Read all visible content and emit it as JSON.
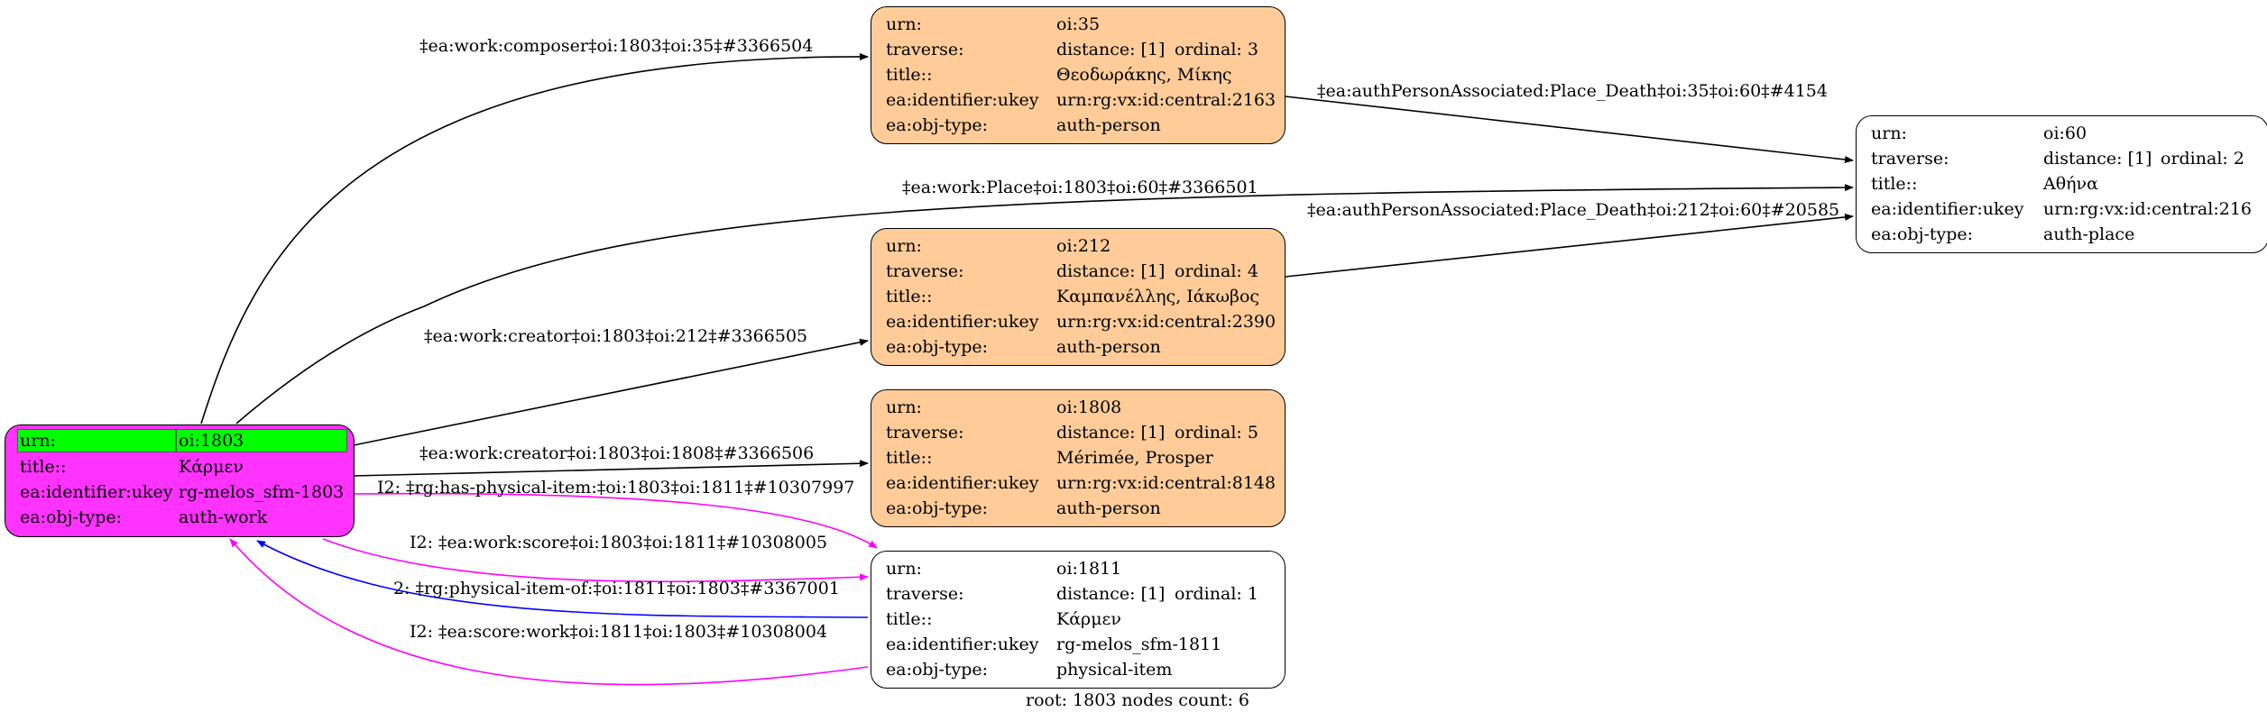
{
  "nodes": {
    "n35": {
      "urn_k": "urn:",
      "urn": "oi:35",
      "trav_k": "traverse:",
      "distance": "distance: [1]",
      "ordinal": "ordinal: 3",
      "title_k": "title::",
      "title": "Θεοδωράκης, Μίκης",
      "ukey_k": "ea:identifier:ukey",
      "ukey": "urn:rg:vx:id:central:2163",
      "type_k": "ea:obj-type:",
      "type": "auth-person"
    },
    "n212": {
      "urn_k": "urn:",
      "urn": "oi:212",
      "trav_k": "traverse:",
      "distance": "distance: [1]",
      "ordinal": "ordinal: 4",
      "title_k": "title::",
      "title": "Καμπανέλλης, Ιάκωβος",
      "ukey_k": "ea:identifier:ukey",
      "ukey": "urn:rg:vx:id:central:2390",
      "type_k": "ea:obj-type:",
      "type": "auth-person"
    },
    "n1808": {
      "urn_k": "urn:",
      "urn": "oi:1808",
      "trav_k": "traverse:",
      "distance": "distance: [1]",
      "ordinal": "ordinal: 5",
      "title_k": "title::",
      "title": "Mérimée, Prosper",
      "ukey_k": "ea:identifier:ukey",
      "ukey": "urn:rg:vx:id:central:8148",
      "type_k": "ea:obj-type:",
      "type": "auth-person"
    },
    "n1811": {
      "urn_k": "urn:",
      "urn": "oi:1811",
      "trav_k": "traverse:",
      "distance": "distance: [1]",
      "ordinal": "ordinal: 1",
      "title_k": "title::",
      "title": "Κάρμεν",
      "ukey_k": "ea:identifier:ukey",
      "ukey": "rg-melos_sfm-1811",
      "type_k": "ea:obj-type:",
      "type": "physical-item"
    },
    "n60": {
      "urn_k": "urn:",
      "urn": "oi:60",
      "trav_k": "traverse:",
      "distance": "distance: [1]",
      "ordinal": "ordinal: 2",
      "title_k": "title::",
      "title": "Αθήνα",
      "ukey_k": "ea:identifier:ukey",
      "ukey": "urn:rg:vx:id:central:216",
      "type_k": "ea:obj-type:",
      "type": "auth-place"
    },
    "n1803": {
      "urn_k": "urn:",
      "urn": "oi:1803",
      "title_k": "title::",
      "title": "Κάρμεν",
      "ukey_k": "ea:identifier:ukey",
      "ukey": "rg-melos_sfm-1803",
      "type_k": "ea:obj-type:",
      "type": "auth-work"
    }
  },
  "edges": {
    "composer": "‡ea:work:composer‡oi:1803‡oi:35‡#3366504",
    "place": "‡ea:work:Place‡oi:1803‡oi:60‡#3366501",
    "creator212": "‡ea:work:creator‡oi:1803‡oi:212‡#3366505",
    "creator1808": "‡ea:work:creator‡oi:1803‡oi:1808‡#3366506",
    "has_item": "I2: ‡rg:has-physical-item:‡oi:1803‡oi:1811‡#10307997",
    "score": "I2: ‡ea:work:score‡oi:1803‡oi:1811‡#10308005",
    "item_of": "2: ‡rg:physical-item-of:‡oi:1811‡oi:1803‡#3367001",
    "score_work": "I2: ‡ea:score:work‡oi:1811‡oi:1803‡#10308004",
    "death35": "‡ea:authPersonAssociated:Place_Death‡oi:35‡oi:60‡#4154",
    "death212": "‡ea:authPersonAssociated:Place_Death‡oi:212‡oi:60‡#20585"
  },
  "colors": {
    "person": "#ffcc99",
    "work": "#ff33ff",
    "highlight": "#00ff00",
    "edge_default": "#000000",
    "edge_magenta": "#ff00ff",
    "edge_blue": "#0000ff"
  },
  "footer": "root: 1803 nodes count: 6"
}
